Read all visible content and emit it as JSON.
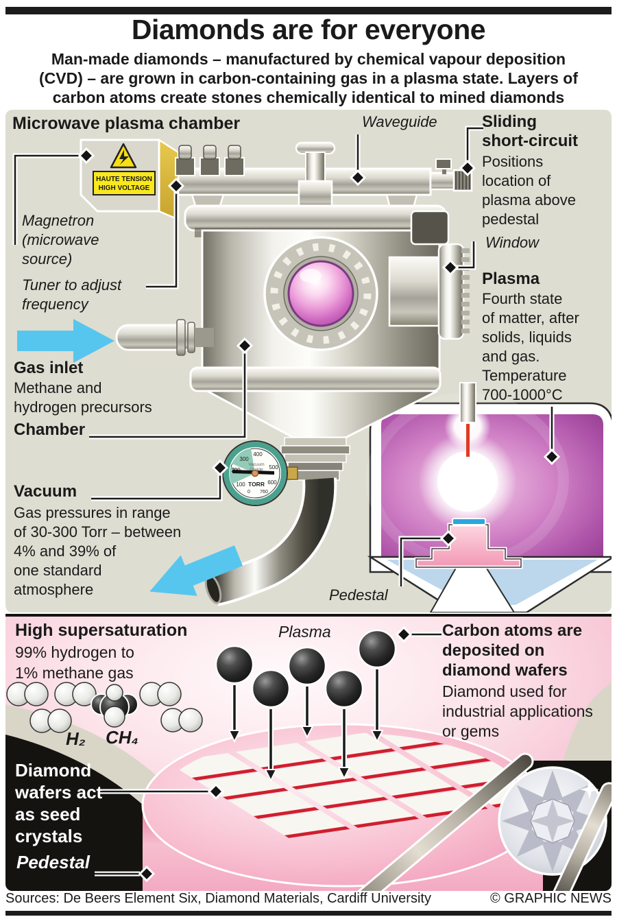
{
  "header": {
    "title": "Diamonds are for everyone",
    "subtitle": "Man-made diamonds – manufactured by chemical vapour deposition\n(CVD) – are grown in carbon-containing gas in a plasma state. Layers of\ncarbon atoms create stones chemically identical to mined diamonds"
  },
  "diagram": {
    "section_title": "Microwave plasma chamber",
    "waveguide": "Waveguide",
    "sliding_title": "Sliding\nshort-circuit",
    "sliding_desc": "Positions\nlocation of\nplasma above\npedestal",
    "magnetron": "Magnetron\n(microwave\nsource)",
    "tuner": "Tuner to adjust\nfrequency",
    "window": "Window",
    "plasma_title": "Plasma",
    "plasma_desc": "Fourth state\nof matter, after\nsolids, liquids\nand gas.\nTemperature\n700-1000°C",
    "gas_inlet_title": "Gas inlet",
    "gas_inlet_desc": "Methane and\nhydrogen precursors",
    "chamber": "Chamber",
    "vacuum_title": "Vacuum",
    "vacuum_desc": "Gas pressures in range\nof 30-300 Torr – between\n4% and 39% of\none standard\natmosphere",
    "pedestal": "Pedestal",
    "warning": {
      "line1": "HAUTE TENSION",
      "line2": "HIGH VOLTAGE"
    },
    "gauge": {
      "title_line1": "Vacuum",
      "title_line2": "Guage",
      "unit": "TORR",
      "ticks": [
        "0",
        "100",
        "200",
        "300",
        "400",
        "500",
        "600",
        "760"
      ]
    }
  },
  "deposition": {
    "supersaturation_title": "High supersaturation",
    "supersaturation_desc": "99% hydrogen to\n1% methane gas",
    "h2": "H₂",
    "ch4": "CH₄",
    "plasma": "Plasma",
    "carbon_title": "Carbon atoms are\ndeposited on\ndiamond wafers",
    "carbon_desc": "Diamond used for\nindustrial applications\nor gems",
    "wafers": "Diamond\nwafers act\nas seed\ncrystals",
    "pedestal": "Pedestal"
  },
  "footer": {
    "sources": "Sources: De Beers Element Six, Diamond Materials, Cardiff University",
    "credit": "© GRAPHIC NEWS"
  },
  "colors": {
    "accent_cyan": "#56c6ef",
    "plasma_purple": "#b65ab2",
    "pedestal_pink": "#f29ab8",
    "wafer_red": "#cf1f2e",
    "panel_bg": "#deddd1"
  }
}
